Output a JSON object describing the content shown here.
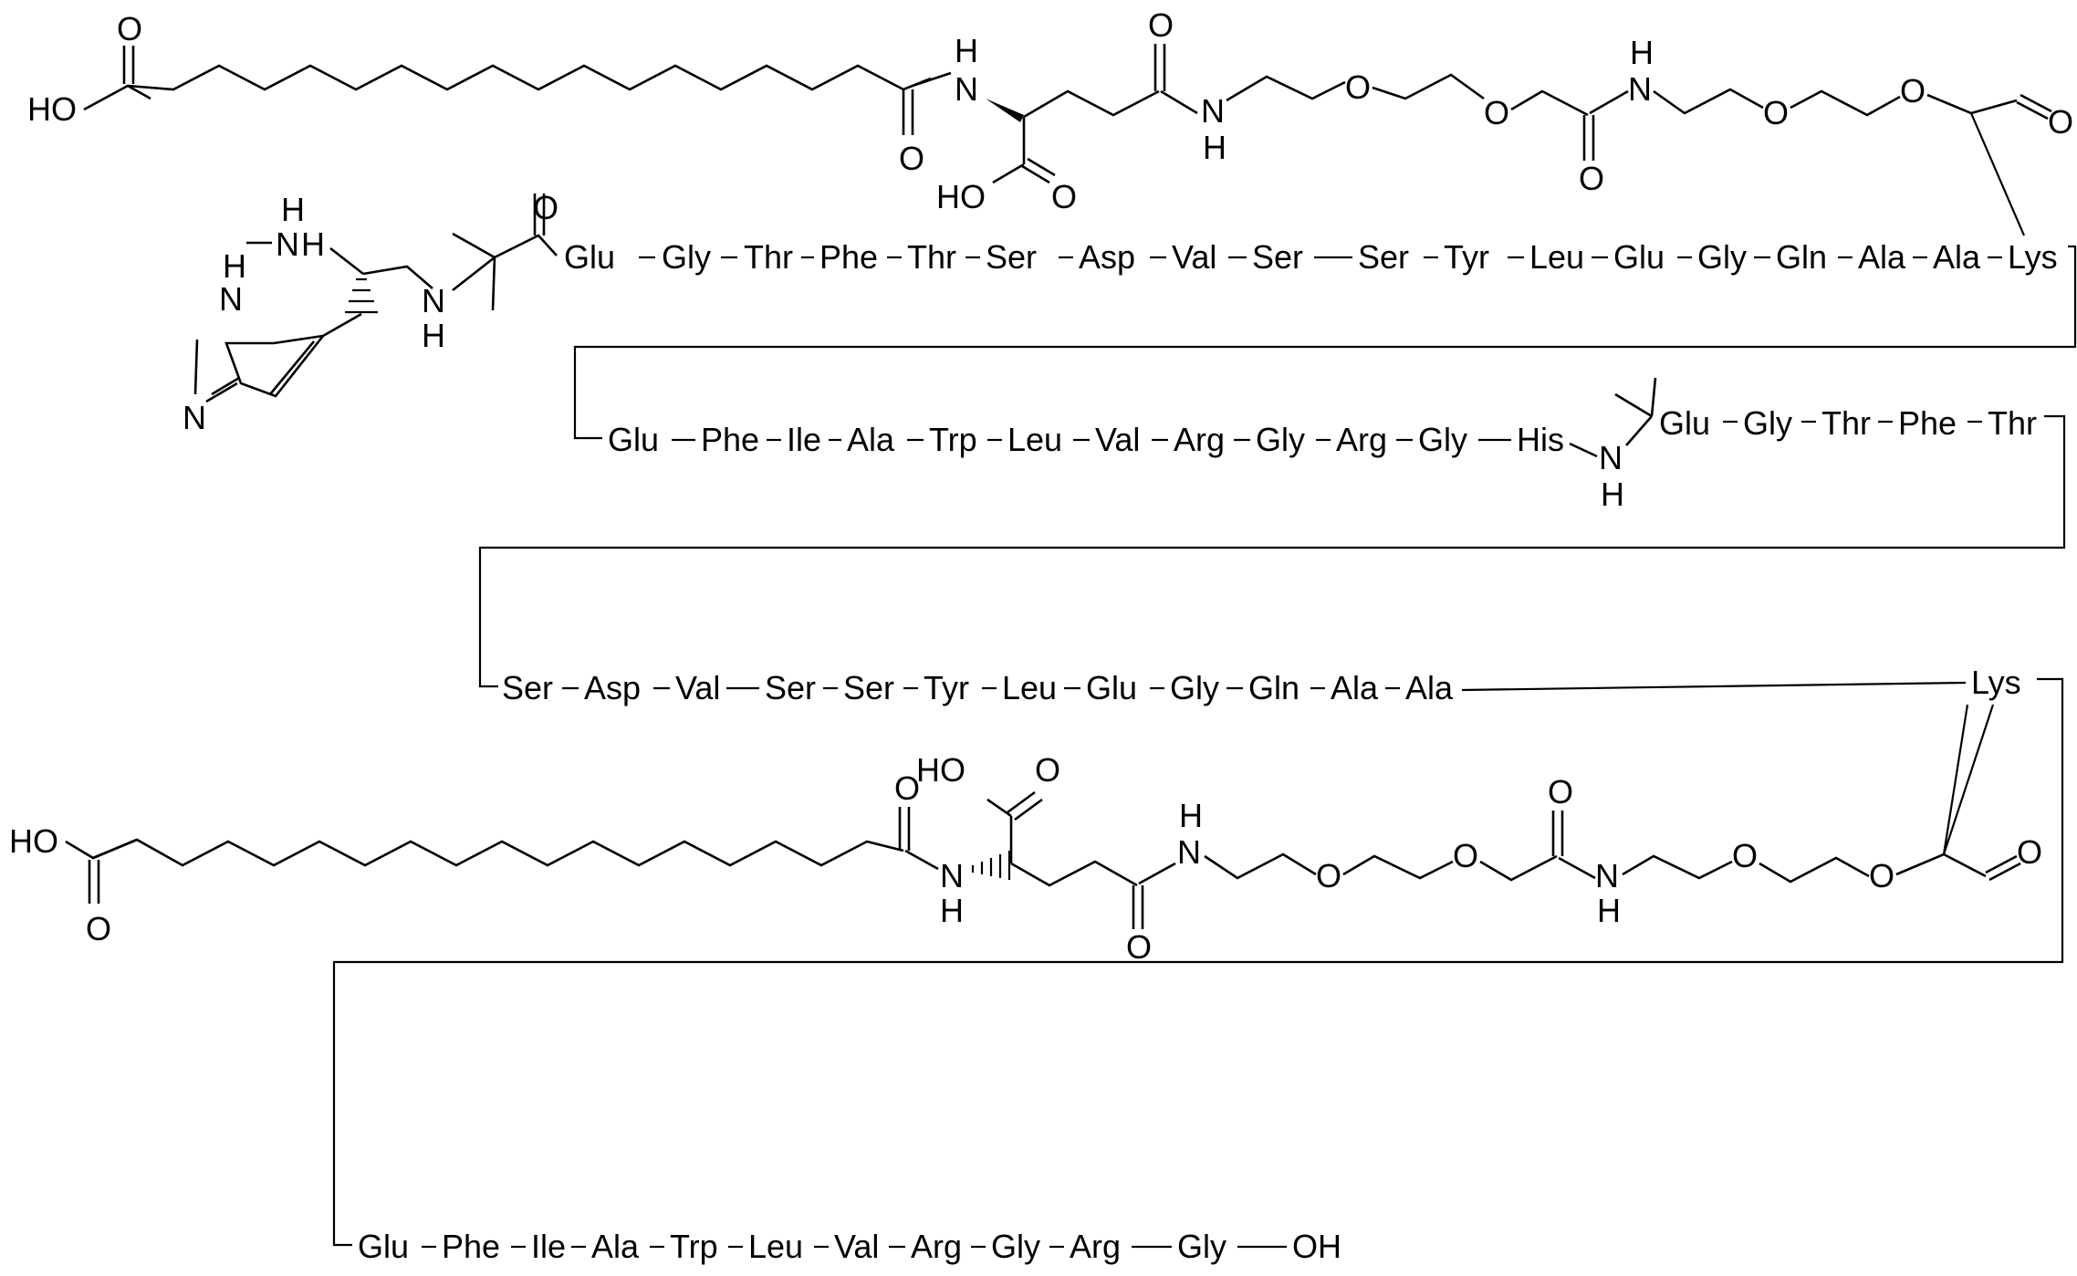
{
  "diagram": {
    "atoms": {
      "oh": "OH",
      "ho": "HO",
      "o": "O",
      "n": "N",
      "h": "H",
      "nh": "NH",
      "hn": "H",
      "h2": "H"
    },
    "row1": [
      "Glu",
      "Gly",
      "Thr",
      "Phe",
      "Thr",
      "Ser",
      "Asp",
      "Val",
      "Ser",
      "Ser",
      "Tyr",
      "Leu",
      "Glu",
      "Gly",
      "Gln",
      "Ala",
      "Ala",
      "Lys"
    ],
    "row2": [
      "Glu",
      "Phe",
      "Ile",
      "Ala",
      "Trp",
      "Leu",
      "Val",
      "Arg",
      "Gly",
      "Arg",
      "Gly",
      "His",
      "Glu",
      "Gly",
      "Thr",
      "Phe",
      "Thr"
    ],
    "row3": [
      "Ser",
      "Asp",
      "Val",
      "Ser",
      "Ser",
      "Tyr",
      "Leu",
      "Glu",
      "Gly",
      "Gln",
      "Ala",
      "Ala",
      "Lys"
    ],
    "row4": [
      "Glu",
      "Phe",
      "Ile",
      "Ala",
      "Trp",
      "Leu",
      "Val",
      "Arg",
      "Gly",
      "Arg",
      "Gly"
    ],
    "terminal": "OH"
  }
}
